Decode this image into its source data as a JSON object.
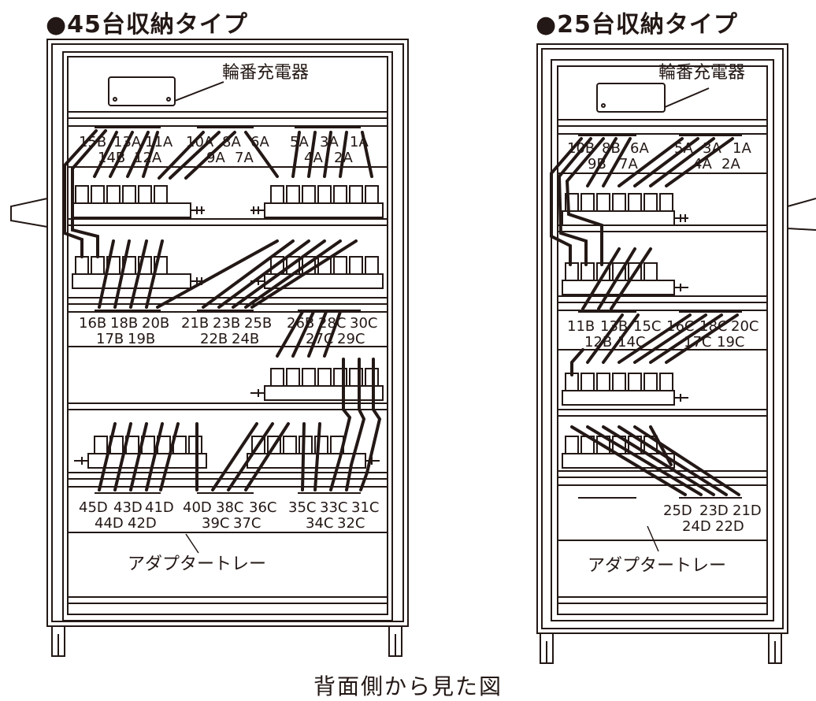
{
  "titles": {
    "left": "●45台収納タイプ",
    "right": "●25台収納タイプ"
  },
  "caption": "背面側から見た図",
  "left_cabinet": {
    "charger_label": "輪番充電器",
    "tray_label": "アダプタートレー",
    "row1_top": [
      "15B",
      "13A",
      "11A",
      "10A",
      "8A",
      "6A",
      "5A",
      "3A",
      "1A"
    ],
    "row1_bottom": [
      "14B",
      "12A",
      "9A",
      "7A",
      "4A",
      "2A"
    ],
    "row2_top": [
      "16B",
      "18B",
      "20B",
      "21B",
      "23B",
      "25B",
      "26B",
      "28C",
      "30C"
    ],
    "row2_bottom": [
      "17B",
      "19B",
      "22B",
      "24B",
      "27C",
      "29C"
    ],
    "row3_top": [
      "45D",
      "43D",
      "41D",
      "40D",
      "38C",
      "36C",
      "35C",
      "33C",
      "31C"
    ],
    "row3_bottom": [
      "44D",
      "42D",
      "39C",
      "37C",
      "34C",
      "32C"
    ]
  },
  "right_cabinet": {
    "charger_label": "輪番充電器",
    "tray_label": "アダプタートレー",
    "row1_top": [
      "10B",
      "8B",
      "6A",
      "5A",
      "3A",
      "1A"
    ],
    "row1_bottom": [
      "9B",
      "7A",
      "4A",
      "2A"
    ],
    "row2_top": [
      "11B",
      "13B",
      "15C",
      "16C",
      "18C",
      "20C"
    ],
    "row2_bottom": [
      "12B",
      "14C",
      "17C",
      "19C"
    ],
    "row3_top": [
      "25D",
      "23D",
      "21D"
    ],
    "row3_bottom": [
      "24D",
      "22D"
    ]
  }
}
